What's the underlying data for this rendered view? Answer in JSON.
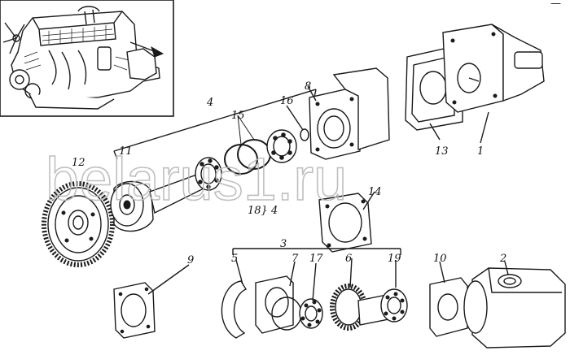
{
  "diagram": {
    "callouts": [
      {
        "id": "c4",
        "text": "4"
      },
      {
        "id": "c8",
        "text": "8"
      },
      {
        "id": "c16",
        "text": "16"
      },
      {
        "id": "c15",
        "text": "15"
      },
      {
        "id": "c11",
        "text": "11"
      },
      {
        "id": "c12",
        "text": "12"
      },
      {
        "id": "c18-4",
        "text": "18} 4"
      },
      {
        "id": "c14",
        "text": "14"
      },
      {
        "id": "c13",
        "text": "13"
      },
      {
        "id": "c1",
        "text": "1"
      },
      {
        "id": "c3",
        "text": "3"
      },
      {
        "id": "c5",
        "text": "5"
      },
      {
        "id": "c7",
        "text": "7"
      },
      {
        "id": "c17",
        "text": "17"
      },
      {
        "id": "c6",
        "text": "6"
      },
      {
        "id": "c19",
        "text": "19"
      },
      {
        "id": "c9",
        "text": "9"
      },
      {
        "id": "c10",
        "text": "10"
      },
      {
        "id": "c2",
        "text": "2"
      }
    ],
    "watermark": "belarus1.ru",
    "corner_mark": "—"
  },
  "colors": {
    "ink": "#1a1a1a",
    "background": "#ffffff",
    "watermark": "#b9b9b9"
  }
}
